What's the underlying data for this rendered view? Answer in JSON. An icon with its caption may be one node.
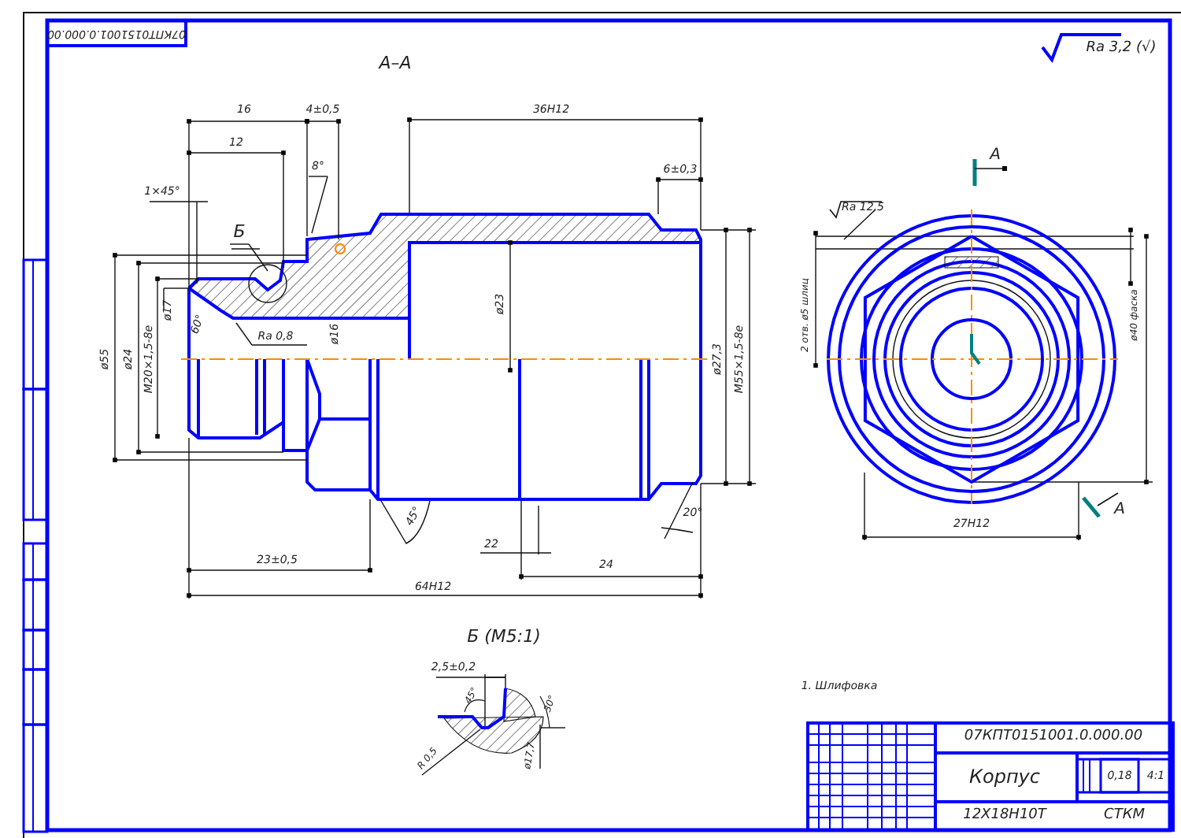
{
  "diagram": {
    "labels": [
      "07КПТ0151001.0.000.00",
      "А–А",
      "16",
      "4±0,5",
      "12",
      "1×45°",
      "8°",
      "36H12",
      "6±0,3",
      "Б",
      "ø55",
      "ø24",
      "M20×1,5-8e",
      "ø17",
      "60°",
      "Ra 0,8",
      "ø16",
      "ø23",
      "ø27,3",
      "M55×1,5-8e",
      "45°",
      "22",
      "20°",
      "23±0,5",
      "24",
      "64H12",
      "Ra 3,2 (√)",
      "А",
      "Ra 12,5",
      "2 отв. ø5 шлиц",
      "ø40 фаска",
      "27H12",
      "А",
      "Б (M5:1)",
      "2,5±0,2",
      "45°",
      "R 0,5",
      "30°",
      "ø17,7",
      "1. Шлифовка",
      "07КПТ0151001.0.000.00",
      "Корпус",
      "12Х18Н10Т",
      "СТКМ",
      "0,18",
      "4:1"
    ]
  }
}
